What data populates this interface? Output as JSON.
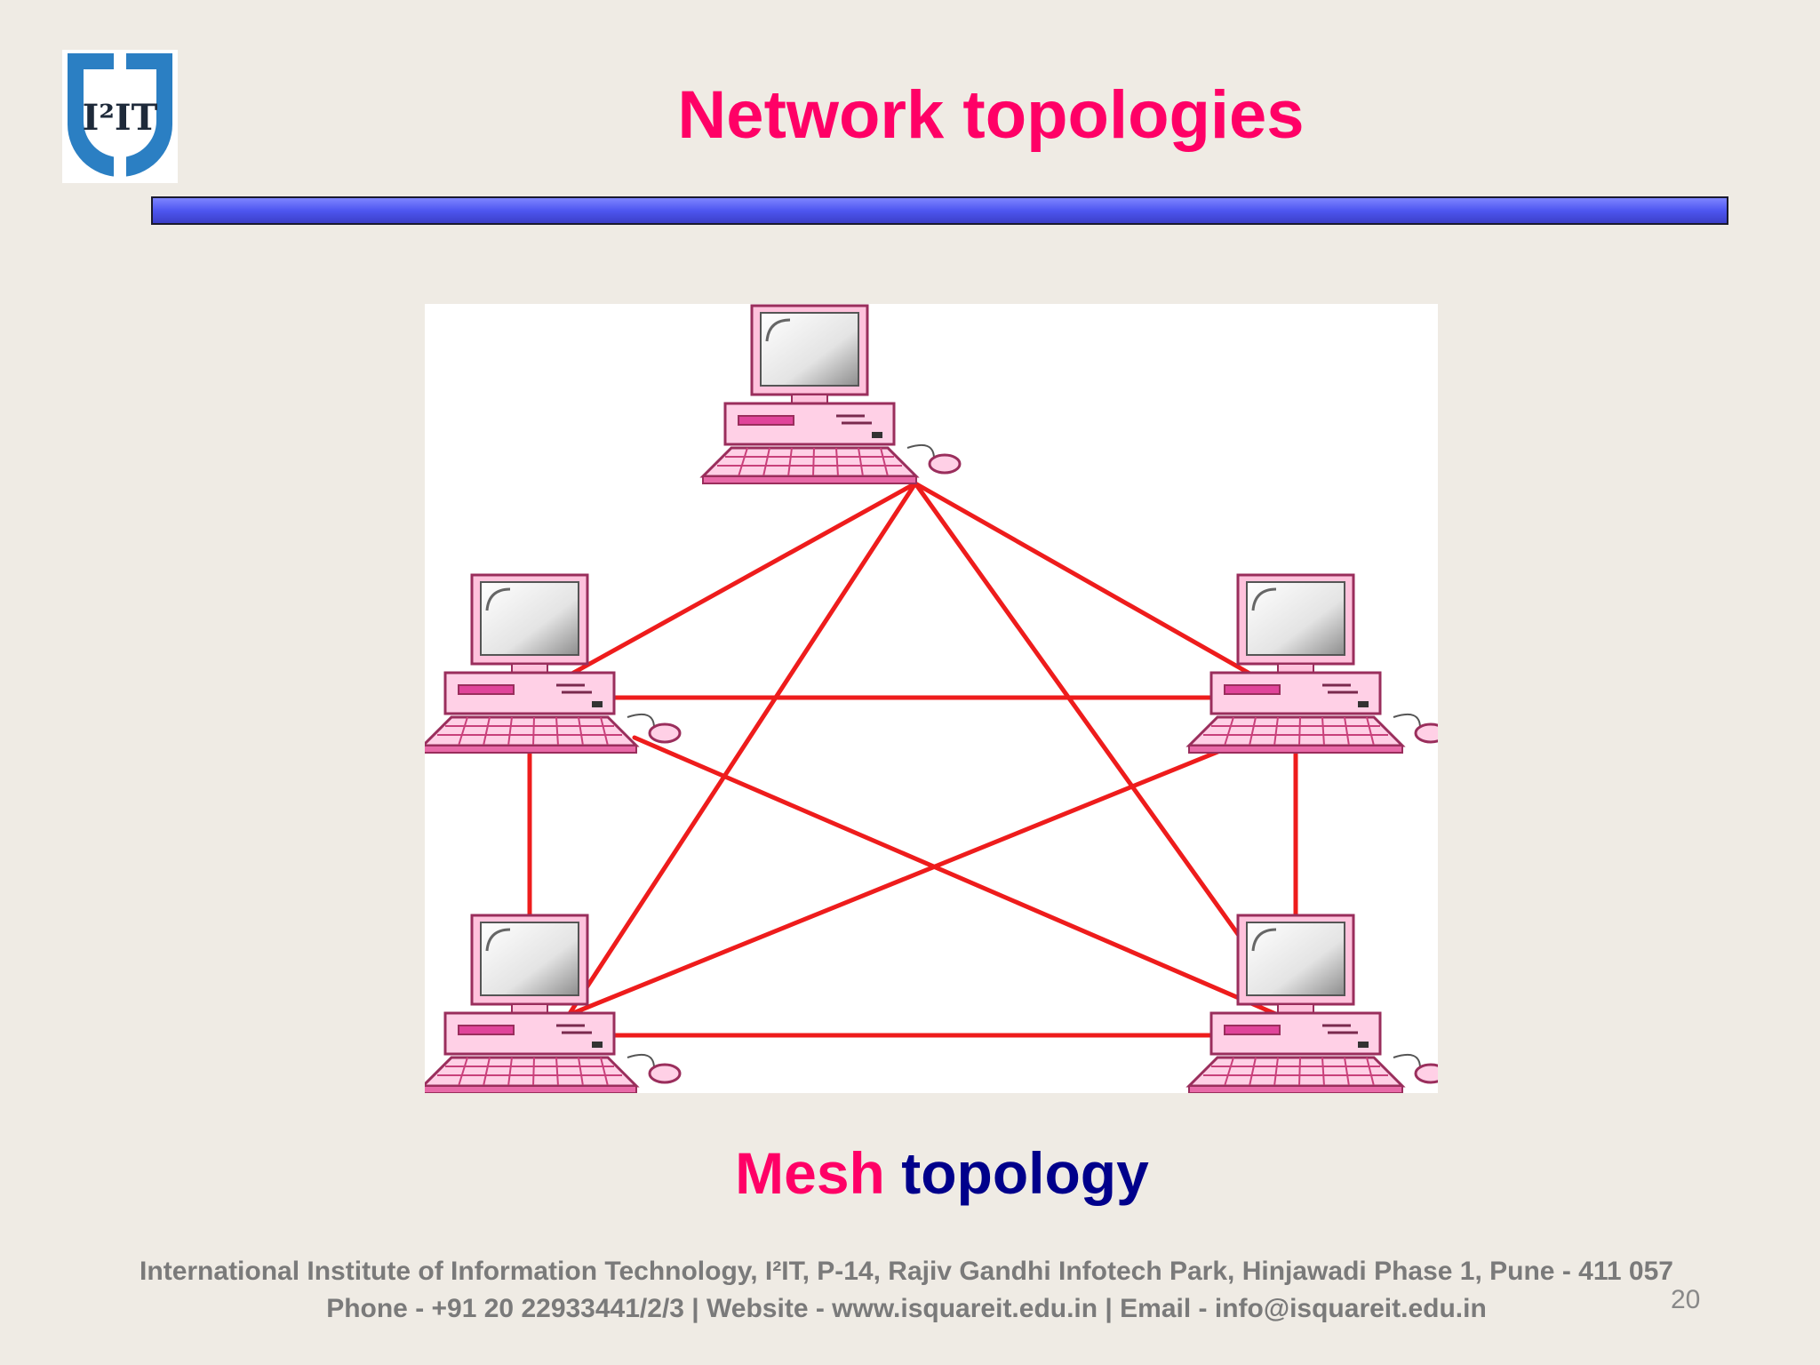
{
  "logo": {
    "text": "I²IT"
  },
  "title": "Network topologies",
  "caption": {
    "word1": "Mesh",
    "word2": "topology"
  },
  "footer": {
    "line1": "International Institute of Information Technology, I²IT, P-14, Rajiv Gandhi Infotech Park, Hinjawadi Phase 1, Pune - 411 057",
    "line2": "Phone - +91 20 22933441/2/3 | Website - www.isquareit.edu.in | Email - info@isquareit.edu.in"
  },
  "page_number": "20",
  "colors": {
    "title": "#ff0066",
    "caption_highlight": "#ff0066",
    "caption_text": "#00008b",
    "title_bar": "#4e56f0",
    "links": "#ee1c1c",
    "computer_body": "#ffd0e6",
    "computer_outline": "#c8407a"
  },
  "diagram": {
    "topology": "mesh",
    "nodes": [
      {
        "id": "top"
      },
      {
        "id": "middle-left"
      },
      {
        "id": "middle-right"
      },
      {
        "id": "bottom-left"
      },
      {
        "id": "bottom-right"
      }
    ],
    "links": [
      [
        "top",
        "middle-left"
      ],
      [
        "top",
        "middle-right"
      ],
      [
        "top",
        "bottom-left"
      ],
      [
        "top",
        "bottom-right"
      ],
      [
        "middle-left",
        "middle-right"
      ],
      [
        "middle-left",
        "bottom-left"
      ],
      [
        "middle-left",
        "bottom-right"
      ],
      [
        "middle-right",
        "bottom-left"
      ],
      [
        "middle-right",
        "bottom-right"
      ],
      [
        "bottom-left",
        "bottom-right"
      ]
    ]
  }
}
